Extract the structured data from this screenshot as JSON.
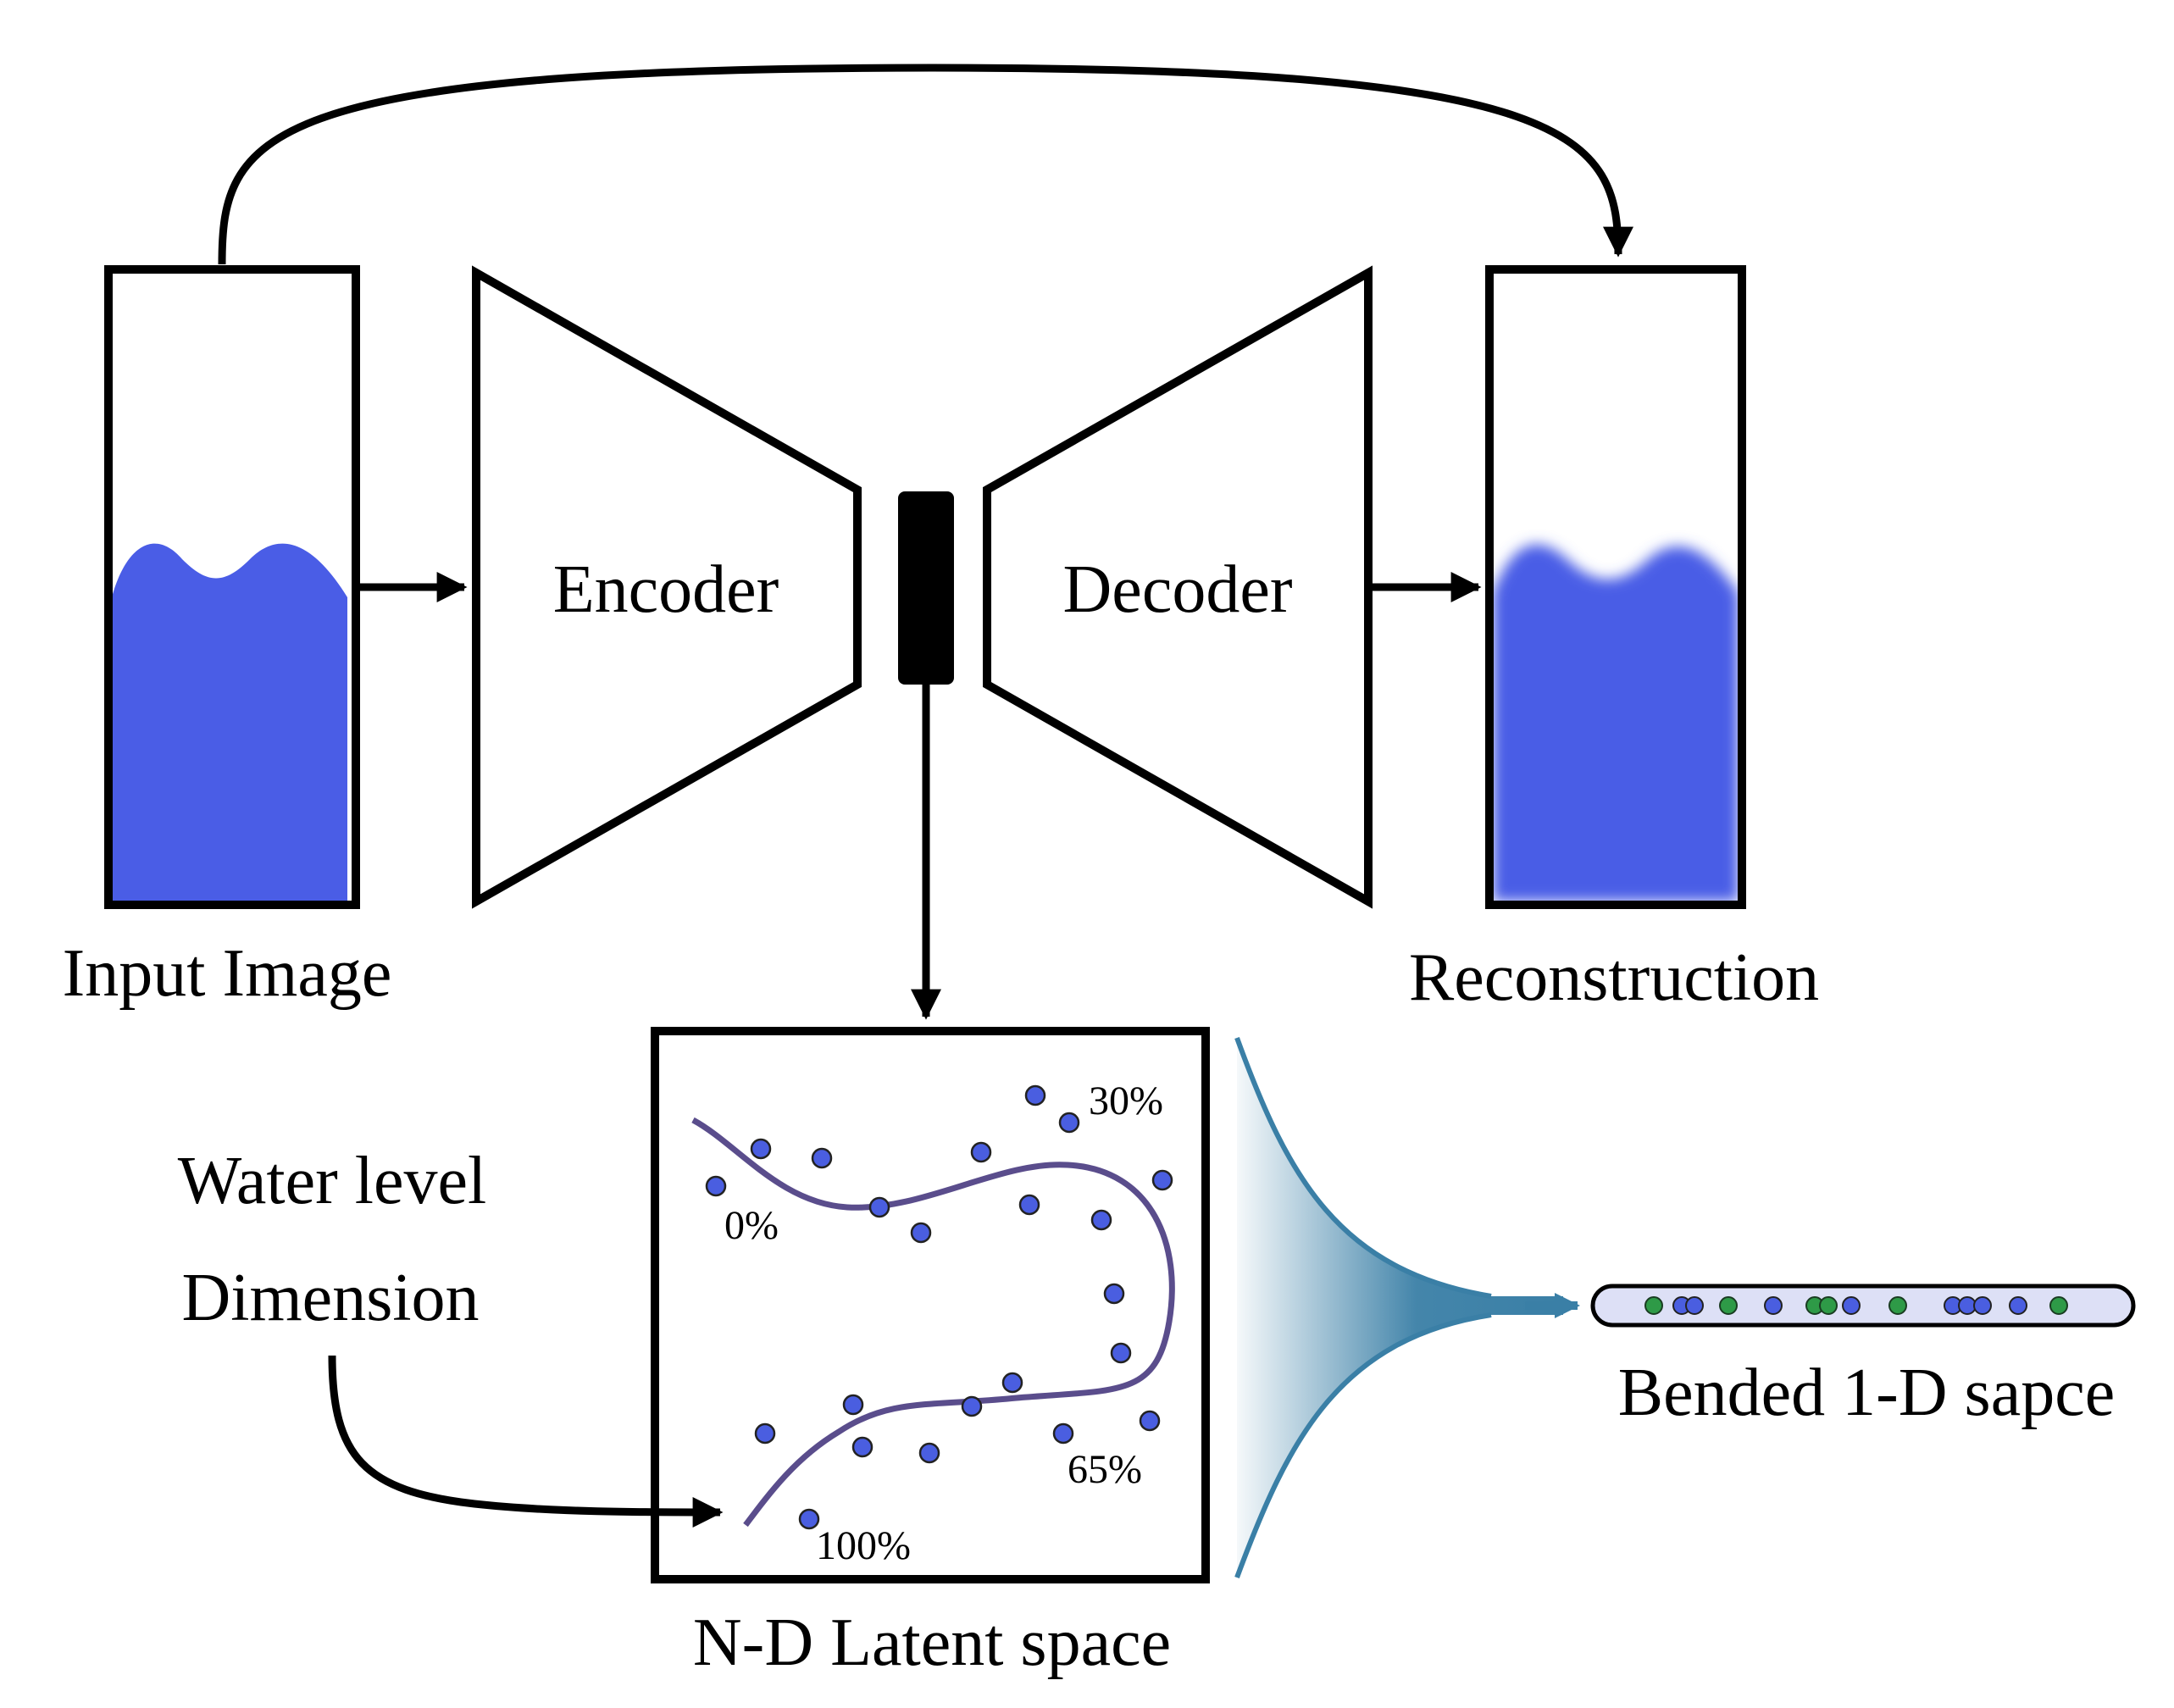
{
  "labels": {
    "input_image": "Input Image",
    "encoder": "Encoder",
    "decoder": "Decoder",
    "reconstruction": "Reconstruction",
    "water_level": "Water level",
    "dimension": "Dimension",
    "latent_space": "N-D Latent space",
    "bended_space": "Bended 1-D sapce"
  },
  "latent_annotations": {
    "p0": "0%",
    "p30": "30%",
    "p65": "65%",
    "p100": "100%"
  },
  "colors": {
    "water": "#4a5de6",
    "latent_point": "#4a5ee0",
    "green_point": "#2e9a47",
    "curve": "#5a4d8c",
    "funnel": "#3a7fa6",
    "bar_fill": "#dde0f6"
  }
}
